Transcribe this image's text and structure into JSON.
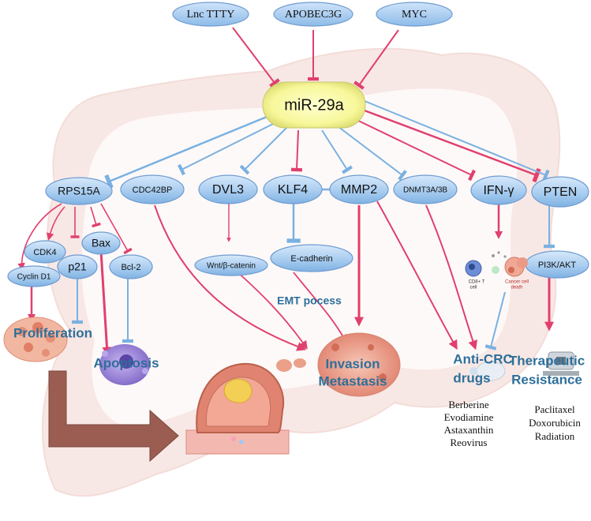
{
  "upstream": [
    {
      "id": "lnc",
      "label": "Lnc TTTY"
    },
    {
      "id": "apobec",
      "label": "APOBEC3G"
    },
    {
      "id": "myc",
      "label": "MYC"
    }
  ],
  "center": {
    "label": "miR-29a"
  },
  "targets": [
    {
      "id": "rps15a",
      "label": "RPS15A"
    },
    {
      "id": "cdc42bp",
      "label": "CDC42BP"
    },
    {
      "id": "dvl3",
      "label": "DVL3"
    },
    {
      "id": "klf4",
      "label": "KLF4"
    },
    {
      "id": "mmp2",
      "label": "MMP2"
    },
    {
      "id": "dnmt3a",
      "label": "DNMT3A/3B"
    },
    {
      "id": "ifng",
      "label": "IFN-γ"
    },
    {
      "id": "pten",
      "label": "PTEN"
    }
  ],
  "downstream": {
    "cdk4": "CDK4",
    "cyclind1": "Cyclin D1",
    "p21": "p21",
    "bax": "Bax",
    "bcl2": "Bcl-2",
    "wnt": "Wnt/β-catenin",
    "ecad": "E-cadherin",
    "pi3k": "PI3K/AKT"
  },
  "labels": {
    "emt": "EMT pocess",
    "cd8": "CD8+ T",
    "cell": "cell",
    "cancer_death_1": "Cancer cell",
    "cancer_death_2": "death"
  },
  "outcomes": {
    "proliferation": "Proliferation",
    "apoptosis": "Apoptosis",
    "invasion": "Invasion",
    "metastasis": "Metastasis",
    "anticrc_1": "Anti-CRC",
    "anticrc_2": "drugs",
    "resistance_1": "Therapeutic",
    "resistance_2": "Resistance"
  },
  "drugs": [
    "Berberine",
    "Evodiamine",
    "Astaxanthin",
    "Reovirus"
  ],
  "resistance_agents": [
    "Paclitaxel",
    "Doxorubicin",
    "Radiation"
  ],
  "colors": {
    "activation": "#e0406e",
    "inhibition": "#79b1e2",
    "node_fill": "#a9cdf0",
    "center_fill": "#fbfbb0",
    "outcome_text": "#2e6f9a"
  }
}
